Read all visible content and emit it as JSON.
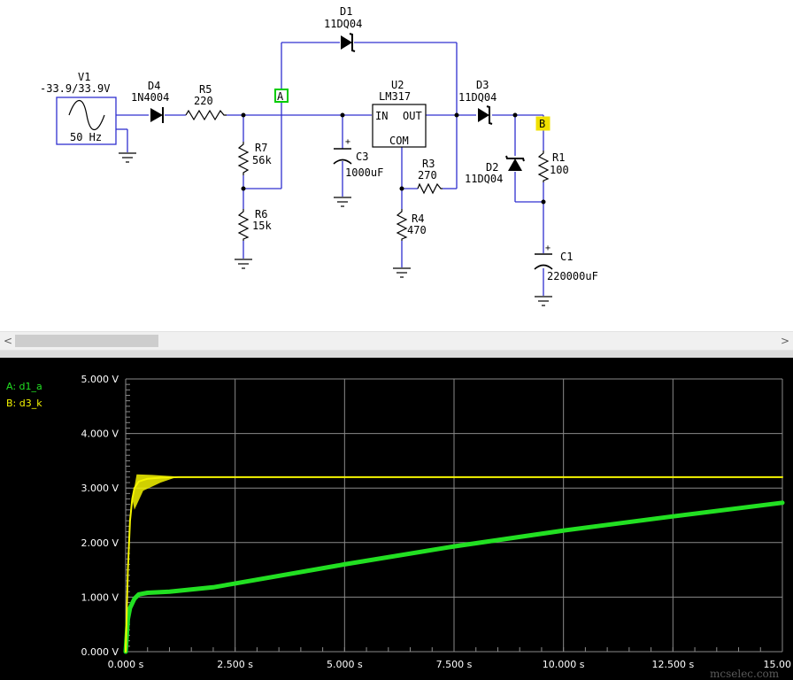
{
  "schematic": {
    "v1": {
      "name": "V1",
      "value": "-33.9/33.9V",
      "freq": "50 Hz"
    },
    "d4": {
      "name": "D4",
      "part": "1N4004"
    },
    "r5": {
      "name": "R5",
      "value": "220"
    },
    "d1": {
      "name": "D1",
      "part": "11DQ04"
    },
    "u2": {
      "name": "U2",
      "part": "LM317",
      "pin_in": "IN",
      "pin_out": "OUT",
      "pin_com": "COM"
    },
    "d3": {
      "name": "D3",
      "part": "11DQ04"
    },
    "r7": {
      "name": "R7",
      "value": "56k"
    },
    "r6": {
      "name": "R6",
      "value": "15k"
    },
    "c3": {
      "name": "C3",
      "value": "1000uF"
    },
    "r3": {
      "name": "R3",
      "value": "270"
    },
    "r4": {
      "name": "R4",
      "value": "470"
    },
    "d2": {
      "name": "D2",
      "part": "11DQ04"
    },
    "r1": {
      "name": "R1",
      "value": "100"
    },
    "c1": {
      "name": "C1",
      "value": "220000uF"
    },
    "probe_a": {
      "label": "A",
      "color": "#00cc00"
    },
    "probe_b": {
      "label": "B",
      "color": "#f0e000"
    },
    "wire_color": "#3030d0"
  },
  "scrollbar": {
    "left_arrow": "<",
    "right_arrow": ">"
  },
  "scope": {
    "legend": [
      {
        "label": "A: d1_a",
        "color": "#22e022"
      },
      {
        "label": "B: d3_k",
        "color": "#f5f500"
      }
    ],
    "watermark": "mcselec.com",
    "colors": {
      "background": "#000000",
      "grid": "#8a8a8a",
      "trace_a": "#22e022",
      "trace_b": "#f5f500"
    }
  },
  "chart_data": {
    "type": "line",
    "title": "",
    "xlabel": "",
    "ylabel": "",
    "xlim": [
      0,
      15
    ],
    "ylim": [
      0,
      5
    ],
    "x_tick_labels": [
      "0.000 s",
      "2.500 s",
      "5.000 s",
      "7.500 s",
      "10.000 s",
      "12.500 s",
      "15.00"
    ],
    "y_tick_labels": [
      "0.000 V",
      "1.000 V",
      "2.000 V",
      "3.000 V",
      "4.000 V",
      "5.000 V"
    ],
    "grid": true,
    "legend_position": "top-left",
    "series": [
      {
        "name": "A: d1_a",
        "color": "#22e022",
        "x": [
          0,
          0.05,
          0.1,
          0.2,
          0.3,
          0.5,
          1.0,
          2.0,
          3.0,
          5.0,
          7.5,
          10.0,
          12.5,
          15.0
        ],
        "y": [
          0,
          0.6,
          0.8,
          0.97,
          1.05,
          1.08,
          1.1,
          1.18,
          1.32,
          1.6,
          1.93,
          2.22,
          2.48,
          2.73
        ]
      },
      {
        "name": "B: d3_k",
        "color": "#f5f500",
        "x": [
          0,
          0.05,
          0.1,
          0.15,
          0.2,
          0.3,
          0.5,
          0.8,
          1.2,
          3.0,
          5.0,
          7.5,
          10.0,
          12.5,
          15.0
        ],
        "y": [
          0,
          1.5,
          2.4,
          2.8,
          3.0,
          3.12,
          3.17,
          3.19,
          3.2,
          3.2,
          3.2,
          3.2,
          3.2,
          3.2,
          3.2
        ]
      }
    ]
  }
}
